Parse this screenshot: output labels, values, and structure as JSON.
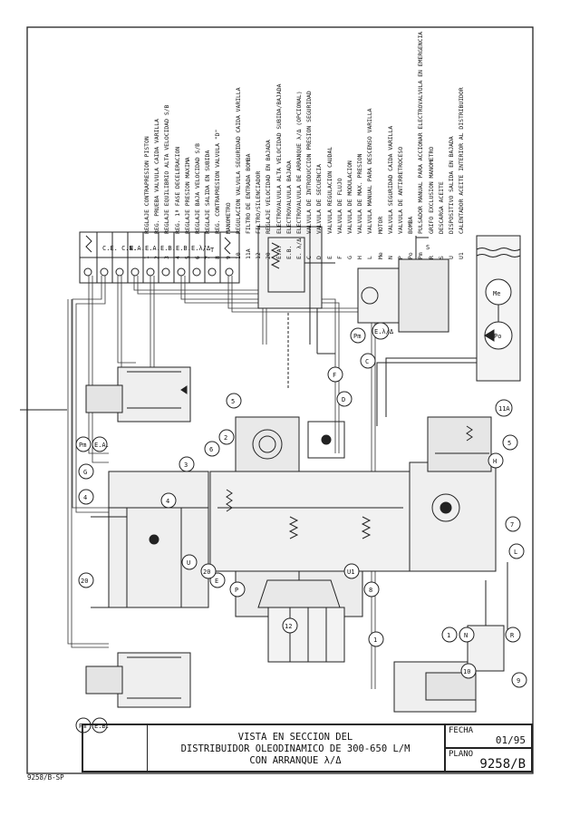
{
  "title_block": {
    "title_lines": [
      "VISTA EN SECCION DEL",
      "DISTRIBUIDOR OLEODINAMICO DE 300-650 L/M",
      "CON ARRANQUE λ/Δ"
    ],
    "fecha_label": "FECHA",
    "fecha_value": "01/95",
    "plano_label": "PLANO",
    "plano_value": "9258/B"
  },
  "drawing_code": "9258/B-SP",
  "legend": [
    {
      "key": "1",
      "text": "REGLAJE CONTRAPRESION PISTON"
    },
    {
      "key": "2",
      "text": "REG. PRUEBA VALVULA CAIDA VARILLA"
    },
    {
      "key": "3",
      "text": "REGLAJE EQUILIBRIO ALTA VELOCIDAD S/B"
    },
    {
      "key": "4",
      "text": "REG. 1ª FASE DECELERACION"
    },
    {
      "key": "5",
      "text": "REGLAJE PRESION MAXIMA"
    },
    {
      "key": "6",
      "text": "REGLAJE BAJA VELOCIDAD S/B"
    },
    {
      "key": "7",
      "text": "REGLAJE SALIDA EN SUBIDA"
    },
    {
      "key": "8",
      "text": "REG. CONTRAPRESION VALVULA \"D\""
    },
    {
      "key": "9",
      "text": "MANOMETRO"
    },
    {
      "key": "10",
      "text": "REGULACION VALVULA SEGURIDAD CAIDA VARILLA"
    },
    {
      "key": "11A",
      "text": "FILTRO DE ENTRADA BOMBA"
    },
    {
      "key": "12",
      "text": "FILTRO/SILENCIADOR"
    },
    {
      "key": "20",
      "text": "REGLAJE VELOCIDAD EN BAJADA"
    },
    {
      "key": "E.A.",
      "text": "ELECTROVALVULA ALTA VELOCIDAD SUBIDA/BAJADA"
    },
    {
      "key": "E.B.",
      "text": "ELECTROVALVULA BAJADA"
    },
    {
      "key": "E. λ/Δ",
      "text": "ELECTROVALVULA DE ARRANQUE λ/Δ (OPCIONAL)"
    },
    {
      "key": "C",
      "text": "VALVULA DE INTRODUCCION PRESION SEGURIDAD"
    },
    {
      "key": "D",
      "text": "VALVULA DE SECUENCIA"
    },
    {
      "key": "E",
      "text": "VALVULA REGULACION CAUDAL"
    },
    {
      "key": "F",
      "text": "VALVULA DE FLUJO"
    },
    {
      "key": "G",
      "text": "VALVULA DE MODULACION"
    },
    {
      "key": "H",
      "text": "VALVULA DE MAX. PRESION"
    },
    {
      "key": "L",
      "text": "VALVULA MANUAL PARA DESCENSO VARILLA"
    },
    {
      "key": "Me",
      "text": "MOTOR"
    },
    {
      "key": "N",
      "text": "VALVULA SEGURIDAD CAIDA VARILLA"
    },
    {
      "key": "P",
      "text": "VALVULA DE ANTIRRETROCESO"
    },
    {
      "key": "Po",
      "text": "BOMBA"
    },
    {
      "key": "Pm",
      "text": "PULSADOR MANUAL PARA ACCIONAR ELECTROVALVULA EN EMERGENCIA"
    },
    {
      "key": "R",
      "text": "GRIFO EXCLUSION MANOMETRO"
    },
    {
      "key": "S",
      "text": "DESCARGA ACEITE"
    },
    {
      "key": "U",
      "text": "DISPOSITIVO SALIDA EN BAJADA"
    },
    {
      "key": "U1",
      "text": "CALENTADOR ACEITE INTERIOR AL DISTRIBUIDOR"
    }
  ],
  "terminal_labels": [
    "C.E. C.N.",
    "E.A.",
    "E.A.",
    "E.B.",
    "E.B.",
    "E.λ/Δ",
    "T"
  ],
  "callouts": {
    "c1": "1",
    "c2": "2",
    "c3": "3",
    "c4": "4",
    "c5": "5",
    "c6": "6",
    "c7": "7",
    "c8": "8",
    "c9": "9",
    "c10": "10",
    "c12": "12",
    "c20": "20",
    "u1": "U1",
    "u": "U",
    "e": "E",
    "p": "P",
    "d": "D",
    "g": "G",
    "h": "H",
    "l": "L",
    "n": "N",
    "r": "R",
    "c": "C",
    "f": "F",
    "pm": "Pm",
    "ea": "E.A.",
    "eb": "E.B.",
    "ead": "E.λ/Δ",
    "me": "Me",
    "po": "Po",
    "ua": "11A",
    "s": "S"
  }
}
